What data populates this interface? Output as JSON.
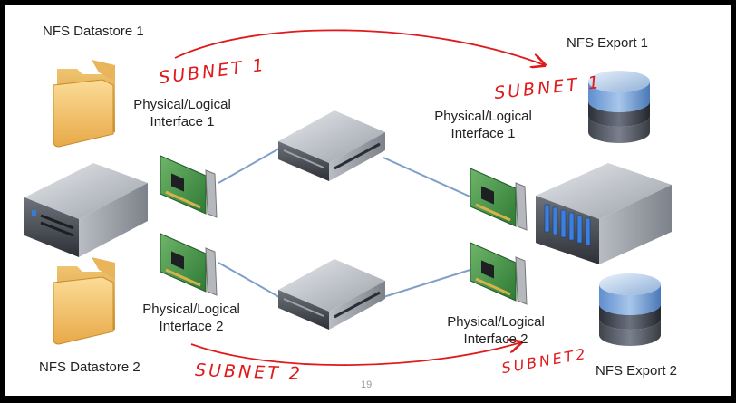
{
  "labels": {
    "datastore1": "NFS Datastore 1",
    "datastore2": "NFS Datastore 2",
    "export1": "NFS Export 1",
    "export2": "NFS Export 2",
    "iface_left_1_line1": "Physical/Logical",
    "iface_left_1_line2": "Interface 1",
    "iface_left_2_line1": "Physical/Logical",
    "iface_left_2_line2": "Interface 2",
    "iface_right_1_line1": "Physical/Logical",
    "iface_right_1_line2": "Interface 1",
    "iface_right_2_line1": "Physical/Logical",
    "iface_right_2_line2": "Interface 2"
  },
  "annotations": {
    "subnet1_left": "SUBNET 1",
    "subnet1_right": "SUBNET 1",
    "subnet2_left": "SUBNET 2",
    "subnet2_right": "SUBNET2"
  },
  "page_number": "19",
  "colors": {
    "annotation": "#e0191b",
    "link_line": "#7f9fc9",
    "background": "#000000",
    "slide": "#ffffff"
  }
}
